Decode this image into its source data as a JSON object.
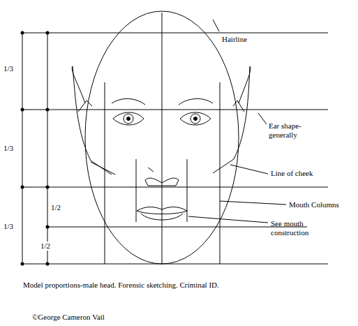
{
  "diagram": {
    "caption": "Model proportions-male head. Forensic sketching. Criminal ID.",
    "labels": [
      "Hairline",
      "Ear shape- generally",
      "Line of cheek",
      "Mouth Columns",
      "See mouth construction",
      "1/3",
      "1/3",
      "1/3",
      "1/2",
      "1/2",
      "©George Cameron Vail"
    ]
  }
}
